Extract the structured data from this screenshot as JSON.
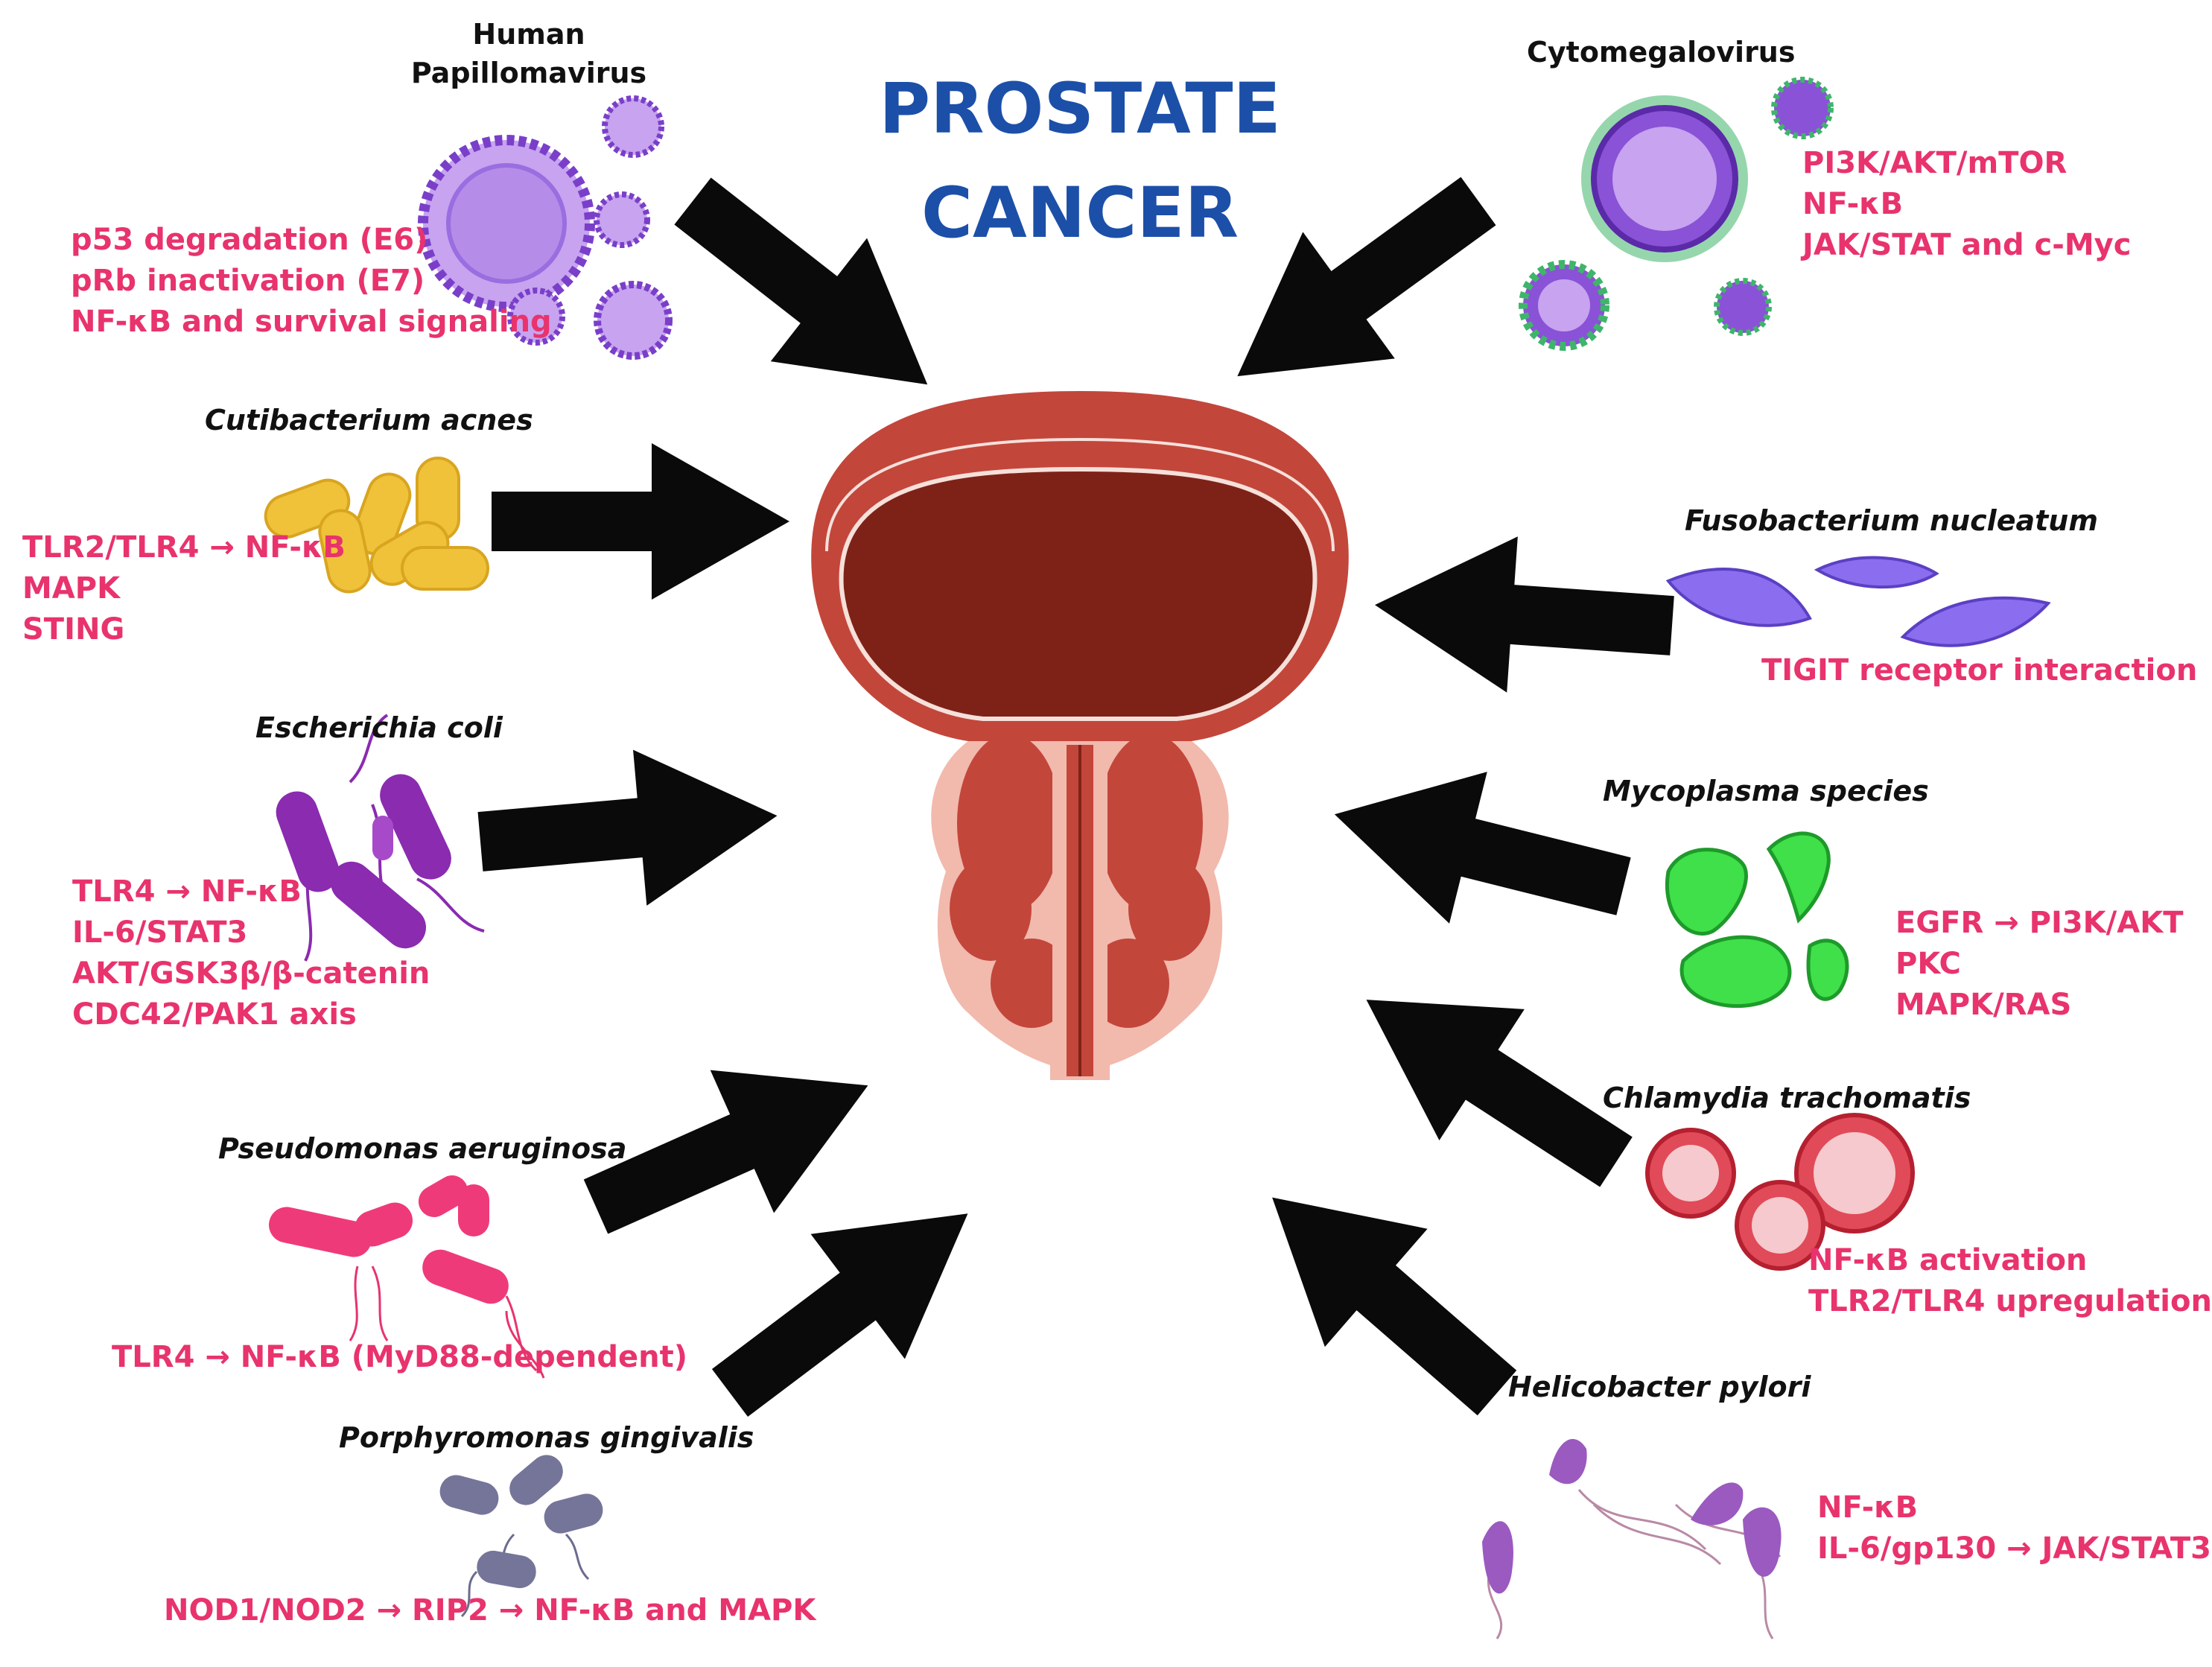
{
  "title": {
    "line1": "PROSTATE",
    "line2": "CANCER"
  },
  "colors": {
    "title": "#1c4fa8",
    "pathway_text": "#e8336d",
    "arrow": "#0a0a0a",
    "prostate_outer": "#c3463b",
    "prostate_inner": "#7e2218",
    "prostate_pink": "#f2b9ad"
  },
  "organisms": [
    {
      "id": "hpv",
      "name": "Human Papillomavirus",
      "name_lines": [
        "Human",
        "Papillomavirus"
      ],
      "italic": false,
      "icon": "virus-icon",
      "pathways": [
        "p53 degradation (E6)",
        "pRb inactivation (E7)",
        "NF-κB and survival signaling"
      ]
    },
    {
      "id": "cmv",
      "name": "Cytomegalovirus",
      "italic": false,
      "icon": "virus-icon",
      "pathways": [
        "PI3K/AKT/mTOR",
        "NF-κB",
        "JAK/STAT and c-Myc"
      ]
    },
    {
      "id": "cacnes",
      "name": "Cutibacterium acnes",
      "italic": true,
      "icon": "rod-bacteria-icon",
      "pathways": [
        "TLR2/TLR4 → NF-κB",
        "MAPK",
        "STING"
      ]
    },
    {
      "id": "fuso",
      "name": "Fusobacterium nucleatum",
      "italic": true,
      "icon": "spindle-bacteria-icon",
      "pathways": [
        "TIGIT receptor interaction"
      ]
    },
    {
      "id": "ecoli",
      "name": "Escherichia coli",
      "italic": true,
      "icon": "flagellated-bacteria-icon",
      "pathways": [
        "TLR4 → NF-κB",
        "IL-6/STAT3",
        "AKT/GSK3β/β-catenin",
        "CDC42/PAK1 axis"
      ]
    },
    {
      "id": "myco",
      "name": "Mycoplasma species",
      "italic": true,
      "icon": "mycoplasma-icon",
      "pathways": [
        "EGFR → PI3K/AKT",
        "PKC",
        "MAPK/RAS"
      ]
    },
    {
      "id": "pseudo",
      "name": "Pseudomonas aeruginosa",
      "italic": true,
      "icon": "rod-bacteria-icon",
      "pathways": [
        "TLR4 → NF-κB (MyD88-dependent)"
      ]
    },
    {
      "id": "chlam",
      "name": "Chlamydia trachomatis",
      "italic": true,
      "icon": "inclusion-body-icon",
      "pathways": [
        "NF-κB activation",
        "TLR2/TLR4 upregulation"
      ]
    },
    {
      "id": "hpylori",
      "name": "Helicobacter pylori",
      "italic": true,
      "icon": "curved-bacteria-icon",
      "pathways": [
        "NF-κB",
        "IL-6/gp130 → JAK/STAT3"
      ]
    },
    {
      "id": "pging",
      "name": "Porphyromonas gingivalis",
      "italic": true,
      "icon": "coccobacilli-icon",
      "pathways": [
        "NOD1/NOD2 → RIP2 → NF-κB and MAPK"
      ]
    }
  ]
}
